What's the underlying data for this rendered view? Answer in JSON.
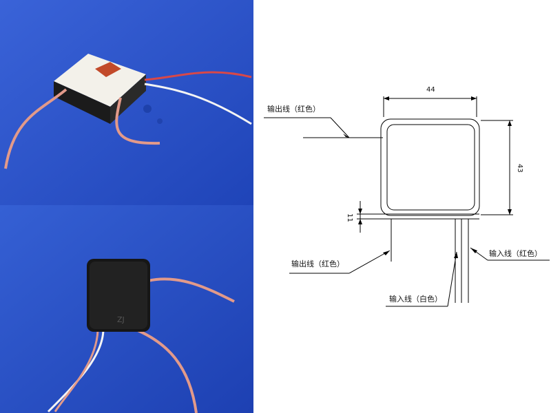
{
  "drawing": {
    "width_dim": "44",
    "height_dim": "43",
    "thickness_dim": "11",
    "labels": {
      "output_top": "输出线（红色）",
      "output_bottom": "输出线（红色）",
      "input_white": "输入线（白色）",
      "input_red": "输入线（红色）"
    },
    "line_color": "#000000"
  },
  "photos": {
    "top": {
      "background": "#2a50c6",
      "module": "white-top-module"
    },
    "bottom": {
      "background": "#2a50c6",
      "module_text": "ZJ"
    }
  }
}
